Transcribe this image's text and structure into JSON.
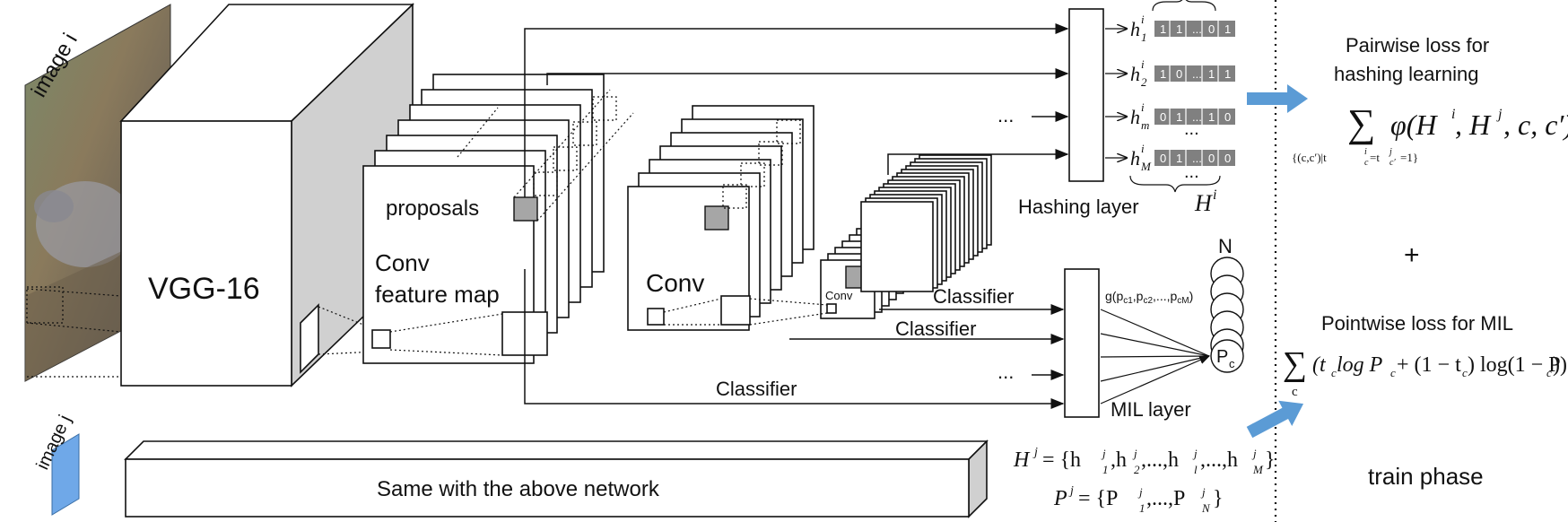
{
  "labels": {
    "image_i": "image i",
    "image_j": "image j",
    "vgg": "VGG-16",
    "proposals": "proposals",
    "conv_fm_1": "Conv",
    "conv_fm_2": "feature map",
    "conv2": "Conv",
    "conv3": "Conv",
    "classifier_1": "Classifier",
    "classifier_2": "Classifier",
    "classifier_3": "Classifier",
    "hashing_layer": "Hashing layer",
    "mil_layer": "MIL layer",
    "same_network": "Same with the above network",
    "N": "N",
    "Pc_main": "P",
    "Pc_sub": "c",
    "g_func": "g(p",
    "g_args": [
      "c1",
      "c2",
      "cM"
    ],
    "ellipsis": "...",
    "pairwise_1": "Pairwise loss for",
    "pairwise_2": "hashing learning",
    "pointwise": "Pointwise loss for MIL",
    "plus": "+",
    "train_phase": "train phase"
  },
  "hash_codes": [
    {
      "name": "h",
      "sub": "1",
      "sup": "i",
      "bits": [
        "1",
        "1",
        "...",
        "0",
        "1"
      ]
    },
    {
      "name": "h",
      "sub": "2",
      "sup": "i",
      "bits": [
        "1",
        "0",
        "...",
        "1",
        "1"
      ]
    },
    {
      "name": "h",
      "sub": "m",
      "sup": "i",
      "bits": [
        "0",
        "1",
        "...",
        "1",
        "0"
      ]
    },
    {
      "name": "h",
      "sub": "M",
      "sup": "i",
      "bits": [
        "0",
        "1",
        "...",
        "0",
        "0"
      ]
    }
  ],
  "formulas": {
    "Hi": "H",
    "Hi_sup": "i",
    "pairwise_sum": "∑",
    "pairwise_body": "φ(H",
    "pairwise_rest": ", H",
    "pairwise_tail": ", c, c′)",
    "pairwise_sub": "{(c,c′)|t",
    "pairwise_sub2": "=t",
    "pairwise_sub3": "=1}",
    "pointwise_sum": "∑",
    "pointwise_sub": "c",
    "pointwise_body": "(t",
    "pointwise_b2": " log P",
    "pointwise_b3": " + (1 − t",
    "pointwise_b4": ") log(1 − P",
    "pointwise_b5": "))",
    "Hj_lhs": "H",
    "Hj_rhs": " = {h",
    "Hj_terms": [
      ",h",
      ",...,h",
      ",...,h",
      "}"
    ],
    "Pj_lhs": "P",
    "Pj_rhs": " = {P",
    "Pj_terms": [
      ",...,P",
      "}"
    ]
  },
  "colors": {
    "arrow_blue": "#5b9bd5",
    "code_gray": "#808080",
    "fill_gray": "#a6a6a6",
    "side_gray": "#d0d0d0",
    "image_j_blue": "#6fa8e8"
  }
}
